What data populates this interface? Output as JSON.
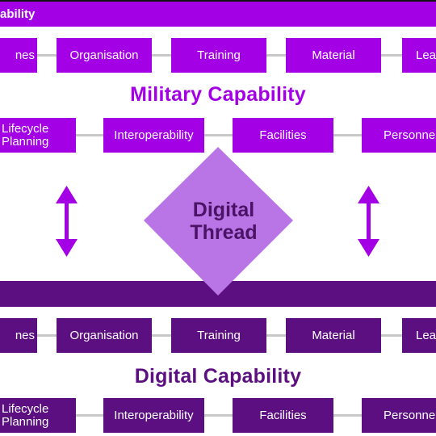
{
  "top_bar": {
    "label": "ability"
  },
  "military": {
    "row1": [
      "nes",
      "Organisation",
      "Training",
      "Material",
      "Lea"
    ],
    "heading": "Military Capability",
    "row2": [
      "Lifecycle Planning",
      "Interoperability",
      "Facilities",
      "Personne"
    ]
  },
  "digital": {
    "row1": [
      "nes",
      "Organisation",
      "Training",
      "Material",
      "Lea"
    ],
    "heading": "Digital Capability",
    "row2": [
      "Lifecycle Planning",
      "Interoperability",
      "Facilities",
      "Personne"
    ]
  },
  "center": {
    "line1": "Digital",
    "line2": "Thread"
  },
  "colors": {
    "military": "#a300e6",
    "digital": "#5b0f80",
    "diamond": "#b975e6",
    "connector": "#c8c8c8"
  }
}
